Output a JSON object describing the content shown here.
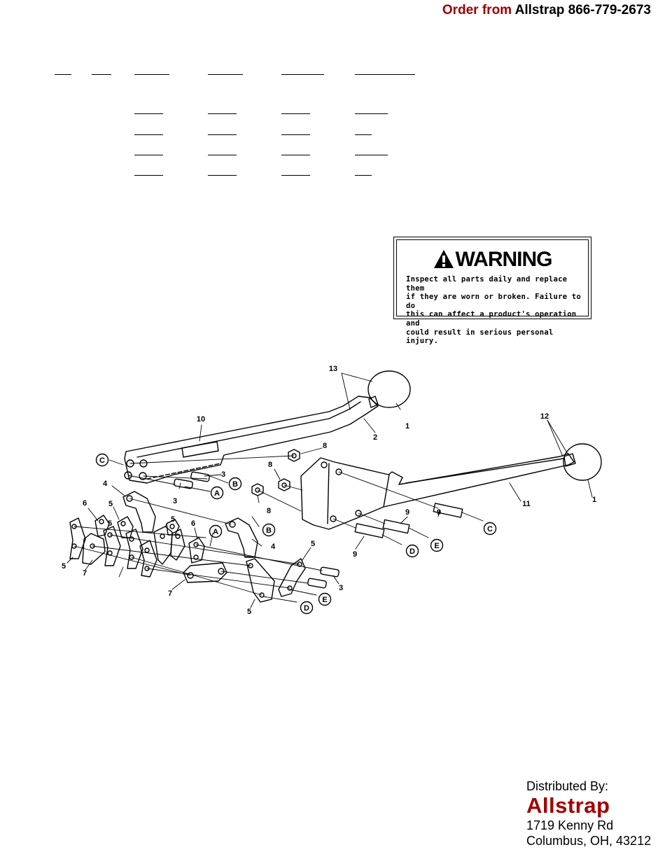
{
  "header": {
    "order_lead": "Order from",
    "order_phone": "Allstrap 866-779-2673"
  },
  "warning": {
    "title": "WARNING",
    "lines": [
      "Inspect all parts daily and replace them",
      "if they are worn or broken. Failure to do",
      "this can affect a product's operation and",
      "could result in serious personal injury."
    ]
  },
  "diagram": {
    "callouts": [
      "13",
      "1",
      "12",
      "10",
      "2",
      "8",
      "8",
      "8",
      "C",
      "3",
      "B",
      "4",
      "3",
      "A",
      "11",
      "1",
      "6",
      "5",
      "5",
      "9",
      "9",
      "C",
      "6",
      "A",
      "B",
      "E",
      "5",
      "4",
      "D",
      "5",
      "9",
      "7",
      "5",
      "3",
      "7",
      "E",
      "5",
      "D"
    ]
  },
  "distributor": {
    "label": "Distributed By:",
    "brand": "Allstrap",
    "street": "1719 Kenny Rd",
    "city": "Columbus, OH, 43212"
  },
  "colors": {
    "brand_red": "#a00000"
  },
  "icons": {
    "warning": "warning-triangle-icon"
  }
}
